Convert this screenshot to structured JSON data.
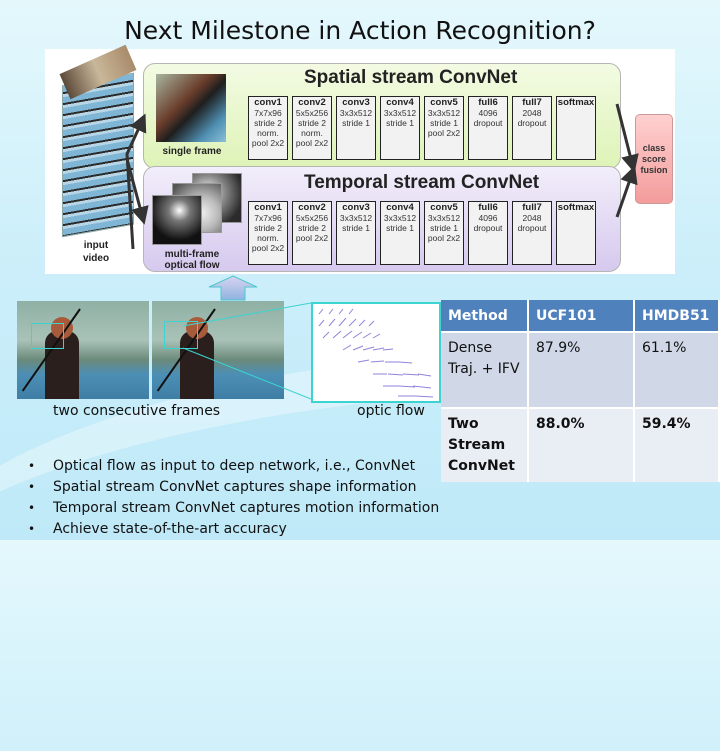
{
  "slide": {
    "title": "Next Milestone in Action Recognition?"
  },
  "diagram": {
    "input_label_line1": "input",
    "input_label_line2": "video",
    "spatial": {
      "title": "Spatial stream ConvNet",
      "input_label_line1": "single frame",
      "input_label_line2": "",
      "layers": [
        {
          "name": "conv1",
          "l1": "7x7x96",
          "l2": "stride 2",
          "l3": "norm.",
          "l4": "pool 2x2"
        },
        {
          "name": "conv2",
          "l1": "5x5x256",
          "l2": "stride 2",
          "l3": "norm.",
          "l4": "pool 2x2"
        },
        {
          "name": "conv3",
          "l1": "3x3x512",
          "l2": "stride 1",
          "l3": "",
          "l4": ""
        },
        {
          "name": "conv4",
          "l1": "3x3x512",
          "l2": "stride 1",
          "l3": "",
          "l4": ""
        },
        {
          "name": "conv5",
          "l1": "3x3x512",
          "l2": "stride 1",
          "l3": "pool 2x2",
          "l4": ""
        },
        {
          "name": "full6",
          "l1": "4096",
          "l2": "dropout",
          "l3": "",
          "l4": ""
        },
        {
          "name": "full7",
          "l1": "2048",
          "l2": "dropout",
          "l3": "",
          "l4": ""
        },
        {
          "name": "softmax",
          "l1": "",
          "l2": "",
          "l3": "",
          "l4": ""
        }
      ]
    },
    "temporal": {
      "title": "Temporal stream ConvNet",
      "input_label_line1": "multi-frame",
      "input_label_line2": "optical flow",
      "layers": [
        {
          "name": "conv1",
          "l1": "7x7x96",
          "l2": "stride 2",
          "l3": "norm.",
          "l4": "pool 2x2"
        },
        {
          "name": "conv2",
          "l1": "5x5x256",
          "l2": "stride 2",
          "l3": "pool 2x2",
          "l4": ""
        },
        {
          "name": "conv3",
          "l1": "3x3x512",
          "l2": "stride 1",
          "l3": "",
          "l4": ""
        },
        {
          "name": "conv4",
          "l1": "3x3x512",
          "l2": "stride 1",
          "l3": "",
          "l4": ""
        },
        {
          "name": "conv5",
          "l1": "3x3x512",
          "l2": "stride 1",
          "l3": "pool 2x2",
          "l4": ""
        },
        {
          "name": "full6",
          "l1": "4096",
          "l2": "dropout",
          "l3": "",
          "l4": ""
        },
        {
          "name": "full7",
          "l1": "2048",
          "l2": "dropout",
          "l3": "",
          "l4": ""
        },
        {
          "name": "softmax",
          "l1": "",
          "l2": "",
          "l3": "",
          "l4": ""
        }
      ]
    },
    "fusion": {
      "l1": "class",
      "l2": "score",
      "l3": "fusion"
    }
  },
  "figure": {
    "frames_caption": "two consecutive frames",
    "flow_caption": "optic flow"
  },
  "results_table": {
    "headers": [
      "Method",
      "UCF101",
      "HMDB51"
    ],
    "rows": [
      {
        "method": "Dense Traj. + IFV",
        "ucf101": "87.9%",
        "hmdb51": "61.1%"
      },
      {
        "method": "Two Stream ConvNet",
        "ucf101": "88.0%",
        "hmdb51": "59.4%"
      }
    ],
    "header_color": "#4f81bd"
  },
  "bullets": [
    "Optical flow as input to deep network, i.e., ConvNet",
    "Spatial stream ConvNet captures shape information",
    "Temporal stream ConvNet captures motion information",
    "Achieve state-of-the-art accuracy"
  ],
  "bullet_glyph": "•"
}
